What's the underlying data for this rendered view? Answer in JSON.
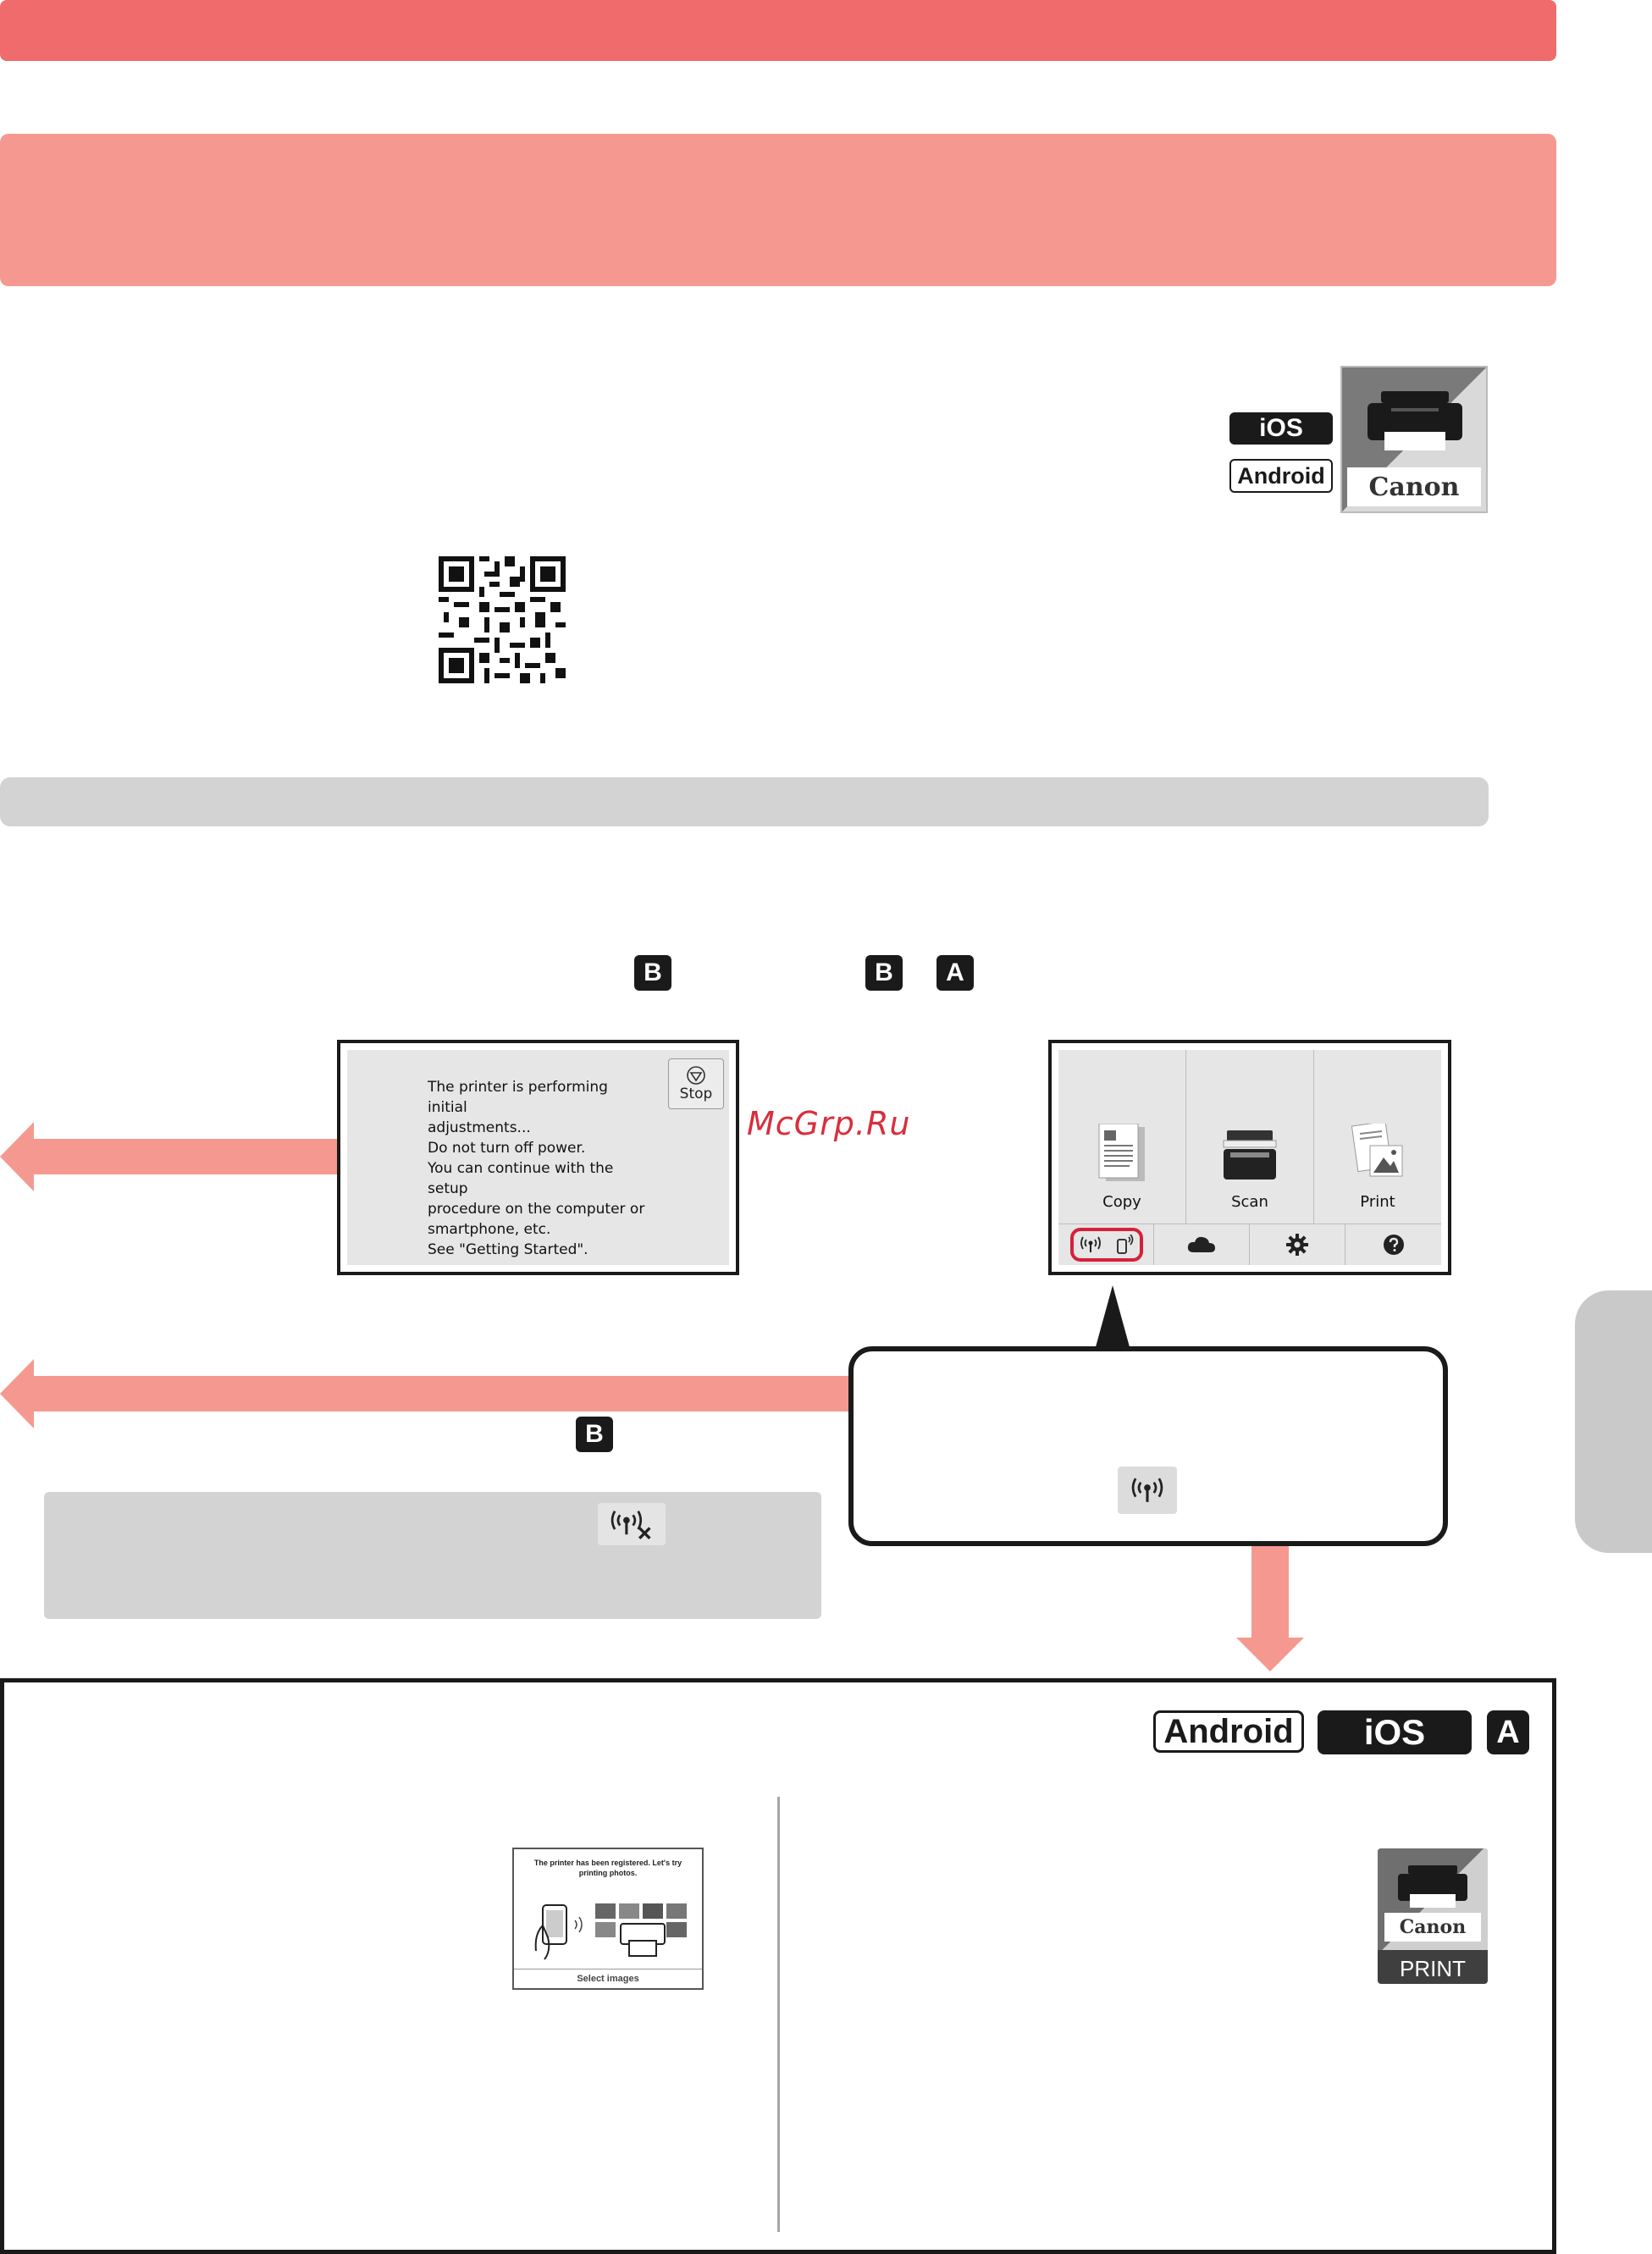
{
  "header": {
    "os_badges": {
      "ios": "iOS",
      "android": "Android"
    },
    "app_brand": "Canon"
  },
  "letters": {
    "b": "B",
    "a": "A"
  },
  "adjust_screen": {
    "lines": [
      "The printer is performing initial",
      "adjustments...",
      "Do not turn off power.",
      "You can continue with the setup",
      "procedure on the computer or",
      "smartphone, etc.",
      "See \"Getting Started\"."
    ],
    "stop_label": "Stop"
  },
  "home_screen": {
    "tiles": [
      "Copy",
      "Scan",
      "Print"
    ]
  },
  "watermark": "McGrp.Ru",
  "bottom": {
    "badges": {
      "android": "Android",
      "ios": "iOS",
      "a": "A"
    },
    "phone_card": {
      "title": "The printer has been registered. Let's try printing photos.",
      "button": "Select images"
    },
    "print_app": {
      "brand": "Canon",
      "label": "PRINT"
    }
  },
  "colors": {
    "accent_red": "#f06b6b",
    "accent_salmon": "#f59990",
    "highlight": "#d6203a",
    "gray": "#d3d3d3"
  }
}
